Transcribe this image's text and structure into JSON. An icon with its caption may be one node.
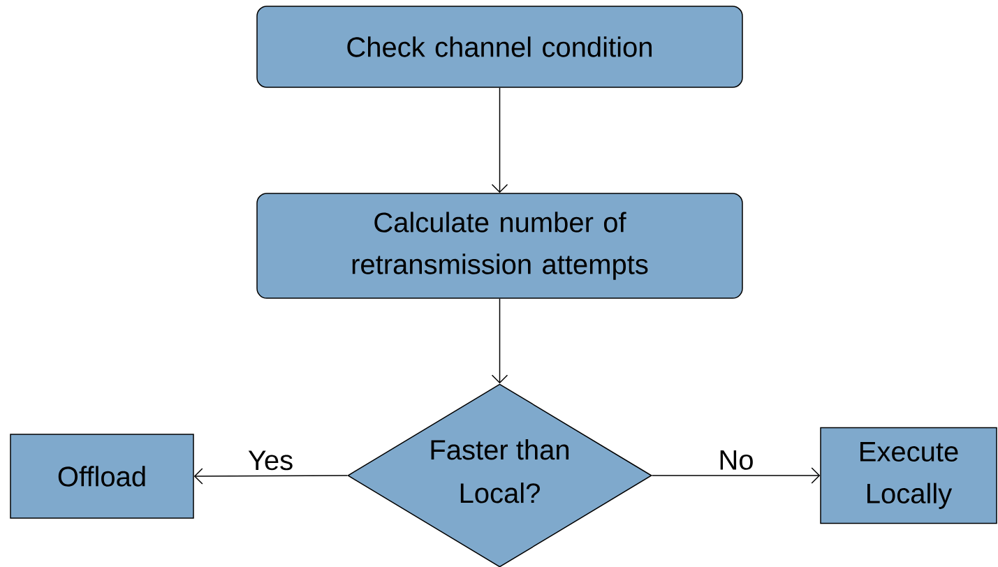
{
  "diagram": {
    "nodes": [
      {
        "text": [
          "Check channel condition"
        ]
      },
      {
        "text": [
          "Calculate number of retransmission attempts"
        ]
      },
      {
        "text": [
          "Faster than Local?"
        ]
      },
      {
        "text": [
          "Offload"
        ]
      },
      {
        "text": [
          "Execute Locally"
        ]
      }
    ],
    "edges": [
      {
        "from": 0,
        "to": 1,
        "arrow": "to"
      },
      {
        "from": 1,
        "to": 2,
        "arrow": "to"
      },
      {
        "from": 2,
        "to": 3,
        "arrow": "to",
        "label": "Yes"
      },
      {
        "from": 2,
        "to": 4,
        "arrow": "to",
        "label": "No"
      }
    ]
  }
}
